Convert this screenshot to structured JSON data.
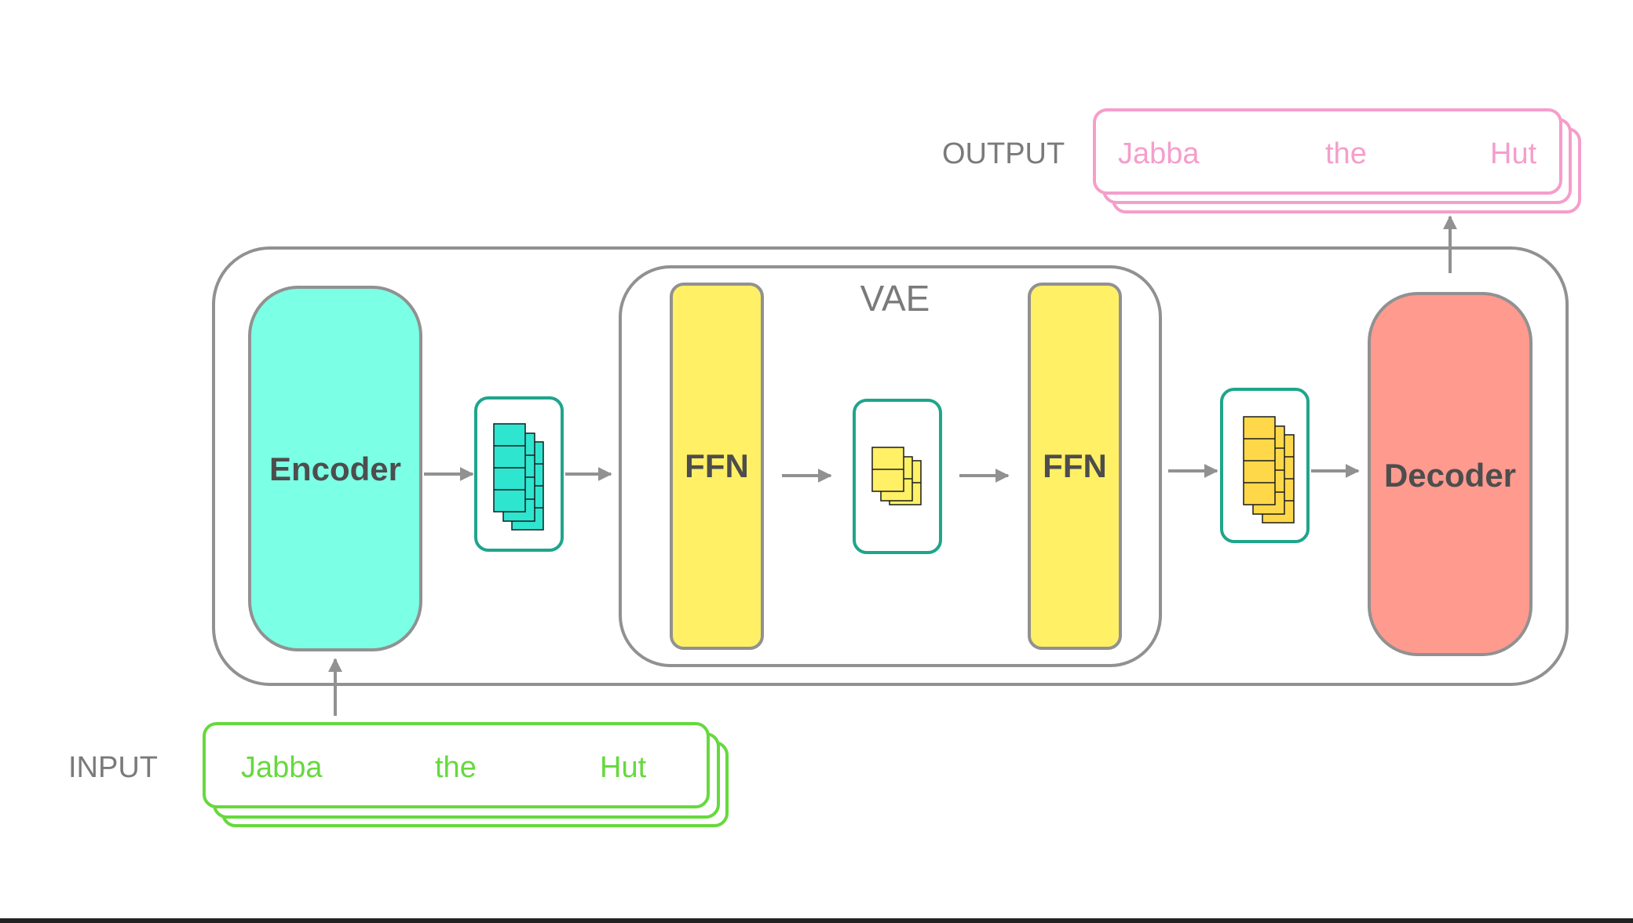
{
  "labels": {
    "input": "INPUT",
    "output": "OUTPUT",
    "vae": "VAE",
    "encoder": "Encoder",
    "decoder": "Decoder",
    "ffn_left": "FFN",
    "ffn_right": "FFN"
  },
  "input_tokens": [
    "Jabba",
    "the",
    "Hut"
  ],
  "output_tokens": [
    "Jabba",
    "the",
    "Hut"
  ],
  "colors": {
    "outline_gray": "#919191",
    "text_gray": "#7a7a7a",
    "input_green": "#66d93d",
    "output_pink": "#f59ecb",
    "encoder_fill": "#7bffe5",
    "decoder_fill": "#ff9a8f",
    "ffn_fill": "#fff066",
    "teal_border": "#1fa58c",
    "cyan_cell": "#2ee5d0",
    "yellow_cell": "#fff066",
    "gold_cell": "#ffd84a"
  }
}
